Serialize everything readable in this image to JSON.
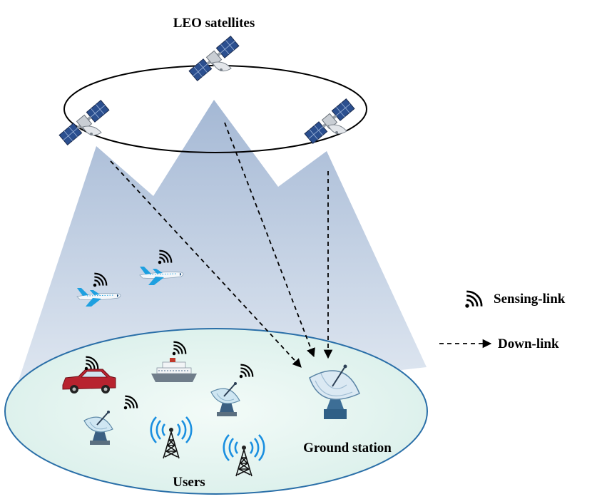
{
  "labels": {
    "satellites": "LEO satellites",
    "users": "Users",
    "ground_station": "Ground station"
  },
  "legend": {
    "sensing": "Sensing-link",
    "downlink": "Down-link"
  },
  "colors": {
    "beam": "#b9c8dc",
    "ground_fill": "#e6f5f1",
    "ground_edge": "#2a6fa8",
    "signal_blue": "#1a8fe0",
    "car": "#b8232f",
    "solar_panel": "#2a4a8a"
  },
  "icons": [
    "satellite-icon",
    "airplane-icon",
    "car-icon",
    "ship-icon",
    "dish-antenna-icon",
    "cell-tower-icon",
    "wifi-signal-icon"
  ]
}
